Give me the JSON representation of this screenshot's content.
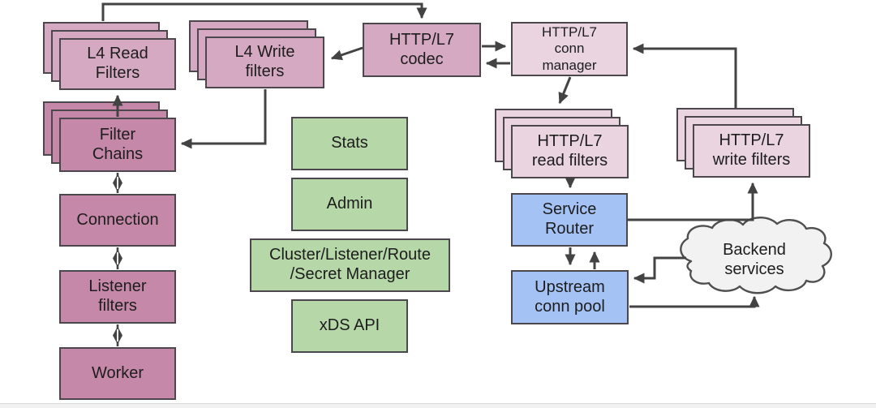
{
  "diagram": {
    "description": "Envoy-style proxy architecture diagram",
    "nodes": {
      "l4_read_filters": {
        "label": "L4 Read\nFilters",
        "style": "stacked-mauve-light"
      },
      "l4_write_filters": {
        "label": "L4 Write\nfilters",
        "style": "stacked-mauve-light"
      },
      "http_l7_codec": {
        "label": "HTTP/L7\ncodec",
        "style": "mauve-light"
      },
      "http_l7_conn_manager": {
        "label": "HTTP/L7\nconn\nmanager",
        "style": "pink-pale"
      },
      "filter_chains": {
        "label": "Filter\nChains",
        "style": "stacked-mauve"
      },
      "connection": {
        "label": "Connection",
        "style": "mauve"
      },
      "listener_filters": {
        "label": "Listener\nfilters",
        "style": "mauve"
      },
      "worker": {
        "label": "Worker",
        "style": "mauve"
      },
      "stats": {
        "label": "Stats",
        "style": "green"
      },
      "admin": {
        "label": "Admin",
        "style": "green"
      },
      "cluster_manager": {
        "label": "Cluster/Listener/Route\n/Secret Manager",
        "style": "green"
      },
      "xds_api": {
        "label": "xDS API",
        "style": "green"
      },
      "http_l7_read_filters": {
        "label": "HTTP/L7\nread filters",
        "style": "stacked-pink-pale"
      },
      "http_l7_write_filters": {
        "label": "HTTP/L7\nwrite filters",
        "style": "stacked-pink-pale"
      },
      "service_router": {
        "label": "Service\nRouter",
        "style": "blue"
      },
      "upstream_conn_pool": {
        "label": "Upstream\nconn pool",
        "style": "blue"
      },
      "backend_services": {
        "label": "Backend\nservices",
        "style": "cloud"
      }
    },
    "edges": [
      {
        "from": "l4_read_filters",
        "to": "http_l7_codec",
        "type": "arrow"
      },
      {
        "from": "http_l7_codec",
        "to": "l4_write_filters",
        "type": "arrow"
      },
      {
        "from": "l4_write_filters",
        "to": "filter_chains",
        "type": "arrow"
      },
      {
        "from": "filter_chains",
        "to": "l4_read_filters",
        "type": "arrow"
      },
      {
        "from": "filter_chains",
        "to": "connection",
        "type": "diamond-link"
      },
      {
        "from": "connection",
        "to": "listener_filters",
        "type": "diamond-link"
      },
      {
        "from": "listener_filters",
        "to": "worker",
        "type": "diamond-link"
      },
      {
        "from": "http_l7_codec",
        "to": "http_l7_conn_manager",
        "type": "arrow"
      },
      {
        "from": "http_l7_conn_manager",
        "to": "http_l7_codec",
        "type": "arrow"
      },
      {
        "from": "http_l7_conn_manager",
        "to": "http_l7_read_filters",
        "type": "arrow"
      },
      {
        "from": "http_l7_write_filters",
        "to": "http_l7_conn_manager",
        "type": "arrow"
      },
      {
        "from": "http_l7_read_filters",
        "to": "service_router",
        "type": "arrow"
      },
      {
        "from": "service_router",
        "to": "http_l7_write_filters",
        "type": "arrow"
      },
      {
        "from": "service_router",
        "to": "upstream_conn_pool",
        "type": "arrow"
      },
      {
        "from": "upstream_conn_pool",
        "to": "service_router",
        "type": "arrow"
      },
      {
        "from": "backend_services",
        "to": "upstream_conn_pool",
        "type": "arrow"
      },
      {
        "from": "upstream_conn_pool",
        "to": "backend_services",
        "type": "arrow"
      }
    ],
    "palette": {
      "box_mauve_light": "#d5a9c2",
      "box_mauve": "#c688a8",
      "box_pink_pale": "#e9d4e0",
      "box_green": "#b6d7a8",
      "box_blue": "#a4c2f4",
      "cloud_fill": "#f2f2f2",
      "line": "#434343",
      "border": "#4c474d",
      "text": "#1d1d1d"
    }
  }
}
